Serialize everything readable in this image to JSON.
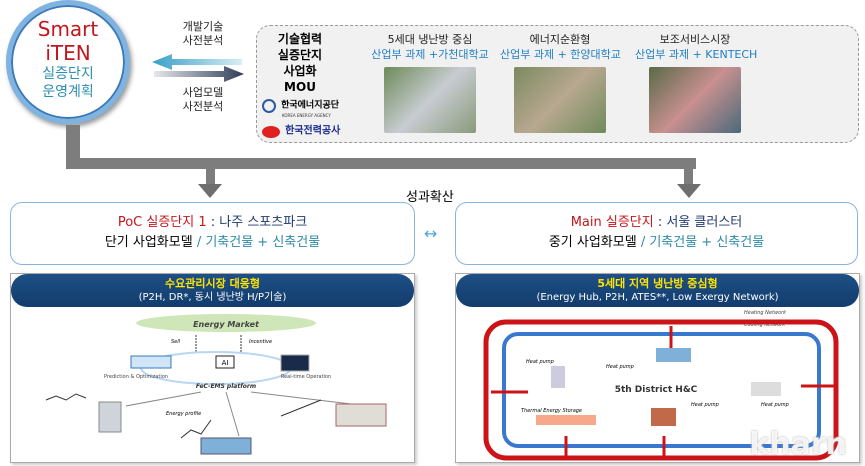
{
  "hub": {
    "line1": "Smart",
    "line2": "iTEN",
    "line3": "실증단지",
    "line4": "운영계획"
  },
  "arrows": {
    "top_label": [
      "개발기술",
      "사전분석"
    ],
    "bottom_label": [
      "사업모델",
      "사전분석"
    ]
  },
  "mou": {
    "lines": [
      "기술협력",
      "실증단지",
      "사업화",
      "MOU"
    ],
    "logo1": "한국에너지공단",
    "logo1_en": "KOREA ENERGY AGENCY",
    "logo2": "한국전력공사"
  },
  "sites": [
    {
      "title": "5세대 냉난방 중심",
      "sub": "산업부 과제 +가천대학교",
      "color": "#7f9a6a"
    },
    {
      "title": "에너지순환형",
      "sub": "산업부 과제 + 한양대학교",
      "color": "#8c8a6a"
    },
    {
      "title": "보조서비스시장",
      "sub": "산업부 과제 + KENTECH",
      "color": "#6a7a55"
    }
  ],
  "spread_label": "성과확산",
  "link_icon": "↔",
  "poc": {
    "prefix": "PoC 실증단지 1",
    "sep": " : ",
    "place": "나주 스포츠파크",
    "model": "단기 사업화모델",
    "type": " / 기축건물 + 신축건물"
  },
  "main": {
    "prefix": "Main 실증단지",
    "sep": " : ",
    "place": "서울 클러스터",
    "model": "중기 사업화모델",
    "type": " / 기축건물 + 신축건물"
  },
  "left_panel": {
    "title": "수요관리시장 대응형",
    "subtitle": "(P2H, DR*, 동시 냉난방 H/P기술)",
    "labels": {
      "market": "Energy Market",
      "sell": "Sell",
      "incentive": "Incentive",
      "pred": "Prediction & Optimization",
      "rt": "Real-time Operation",
      "platform": "FeC-EMS platform",
      "ai": "AI",
      "profile": "Energy profile"
    }
  },
  "right_panel": {
    "title": "5세대 지역 냉난방 중심형",
    "subtitle": "(Energy Hub, P2H, ATES**, Low Exergy Network)",
    "labels": {
      "heating": "Heating Network",
      "cooling": "Cooling Network",
      "center": "5th District H&C",
      "hp": "Heat pump",
      "tes": "Thermal Energy Storage"
    }
  },
  "watermark": "kharn"
}
